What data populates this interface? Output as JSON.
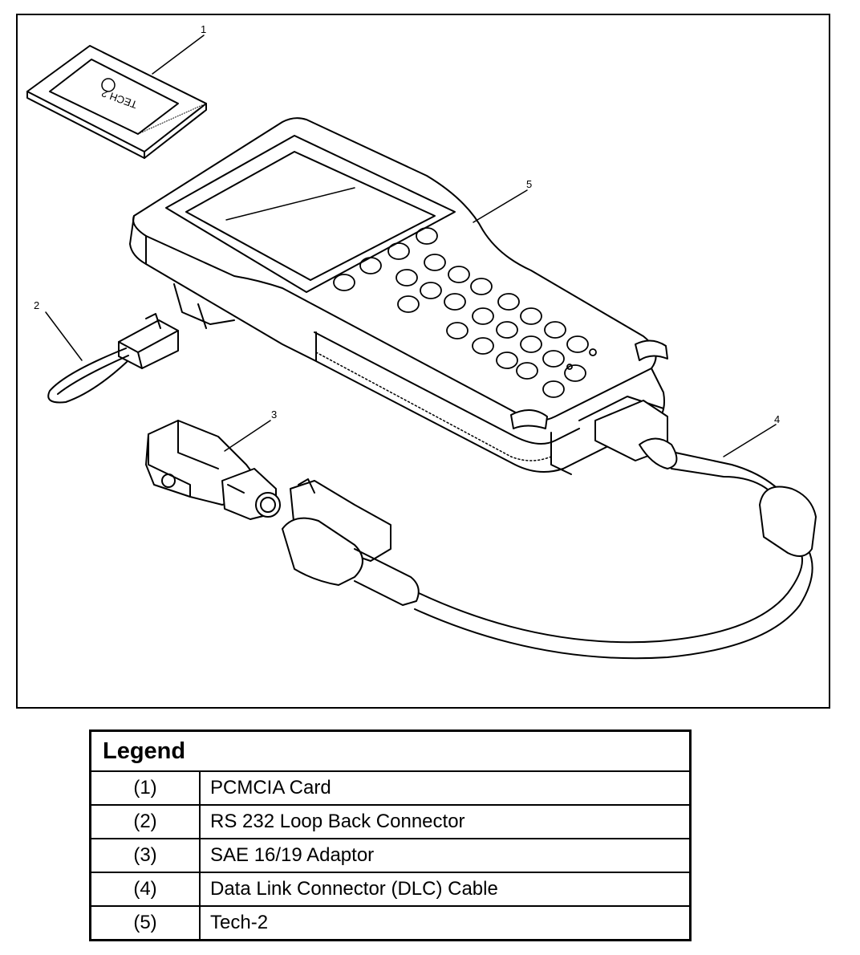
{
  "figure": {
    "card_label": "TECH 2",
    "callouts": [
      {
        "id": "1"
      },
      {
        "id": "2"
      },
      {
        "id": "3"
      },
      {
        "id": "4"
      },
      {
        "id": "5"
      }
    ]
  },
  "legend": {
    "title": "Legend",
    "rows": [
      {
        "num": "(1)",
        "desc": "PCMCIA Card"
      },
      {
        "num": "(2)",
        "desc": "RS 232 Loop Back Connector"
      },
      {
        "num": "(3)",
        "desc": "SAE 16/19 Adaptor"
      },
      {
        "num": "(4)",
        "desc": "Data Link Connector (DLC) Cable"
      },
      {
        "num": "(5)",
        "desc": "Tech-2"
      }
    ]
  }
}
